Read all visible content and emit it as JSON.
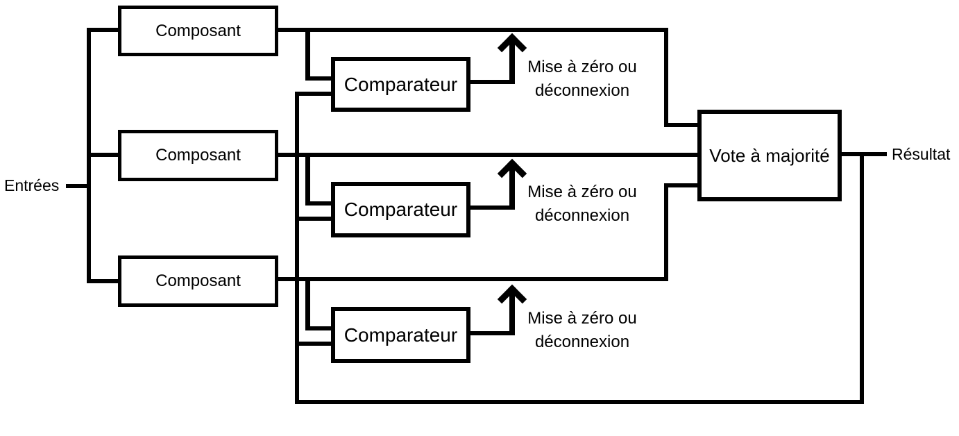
{
  "diagram": {
    "type": "block-diagram",
    "input_label": "Entrées",
    "result_label": "Résultat",
    "voter_label": "Vote à majorité",
    "components": [
      {
        "label": "Composant"
      },
      {
        "label": "Composant"
      },
      {
        "label": "Composant"
      }
    ],
    "comparators": [
      {
        "label": "Comparateur",
        "action_line1": "Mise à zéro ou",
        "action_line2": "déconnexion"
      },
      {
        "label": "Comparateur",
        "action_line1": "Mise à zéro ou",
        "action_line2": "déconnexion"
      },
      {
        "label": "Comparateur",
        "action_line1": "Mise à zéro ou",
        "action_line2": "déconnexion"
      }
    ],
    "colors": {
      "line": "#000000",
      "text": "#000000",
      "background": "#ffffff"
    }
  }
}
